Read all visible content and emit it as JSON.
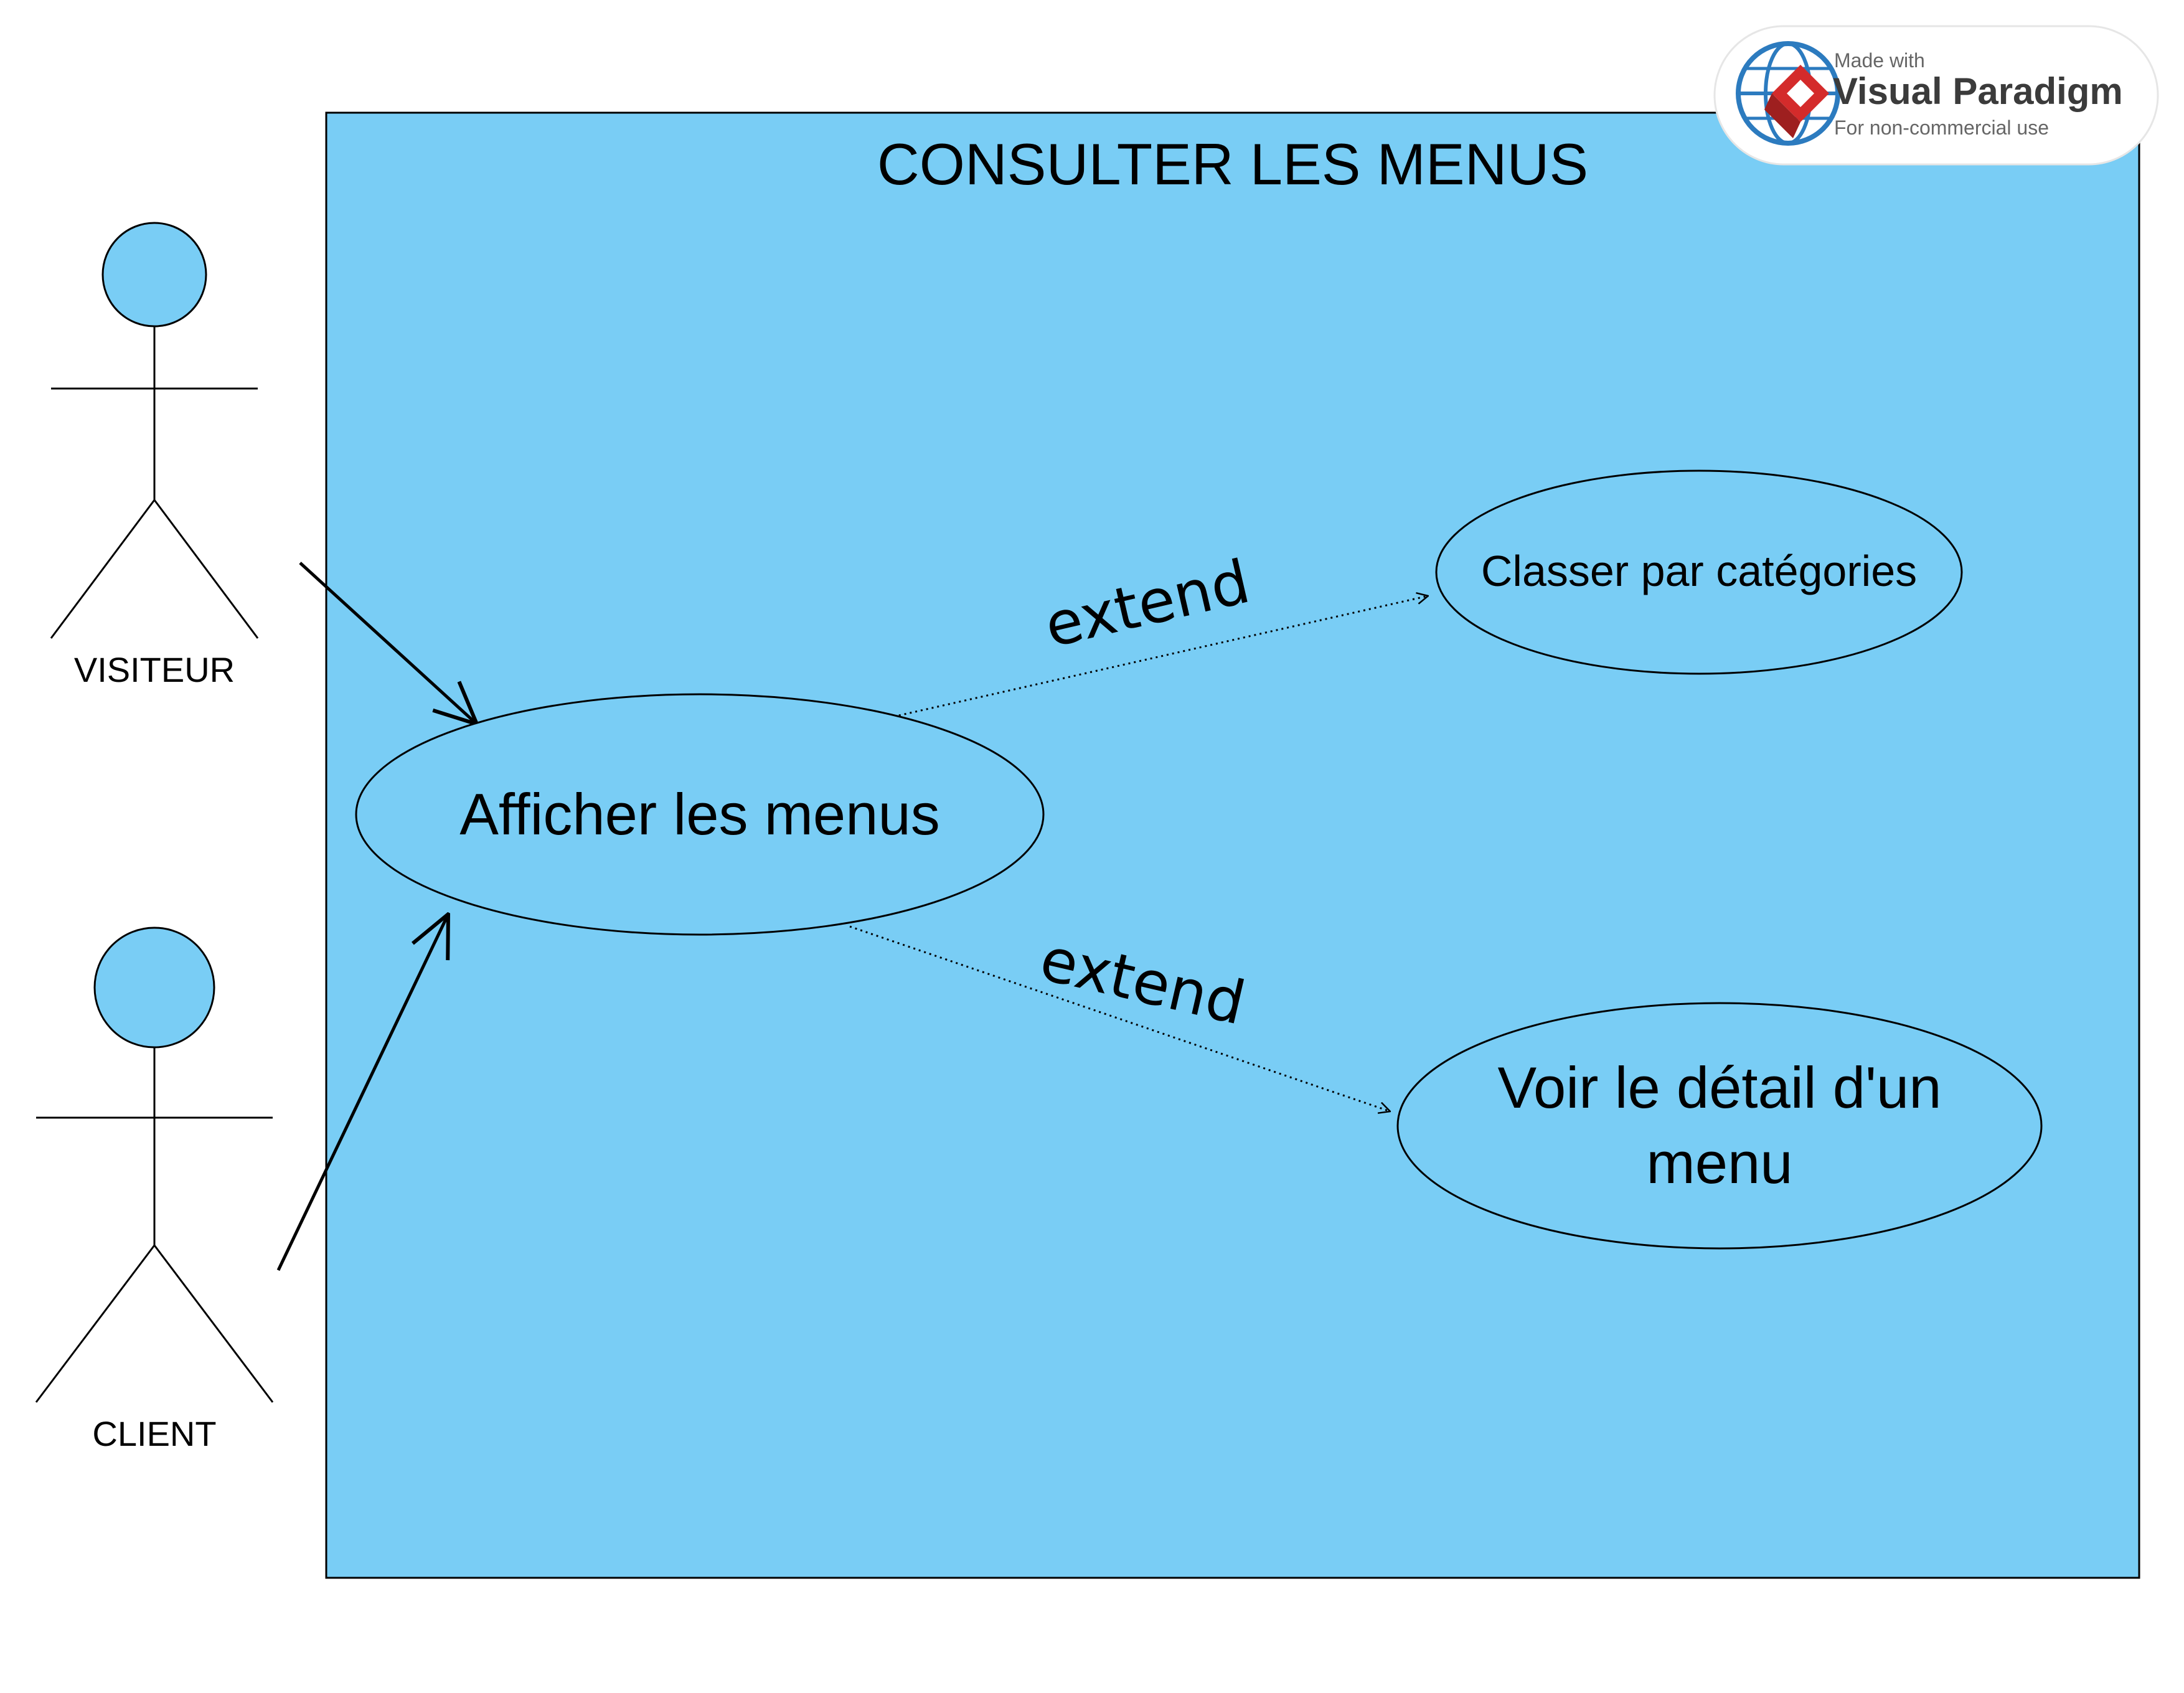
{
  "system": {
    "title": "CONSULTER LES MENUS",
    "fill_color": "#79CDF5"
  },
  "actors": [
    {
      "id": "visiteur",
      "name": "VISITEUR"
    },
    {
      "id": "client",
      "name": "CLIENT"
    }
  ],
  "use_cases": [
    {
      "id": "afficher",
      "label": "Afficher les menus"
    },
    {
      "id": "classer",
      "label": "Classer par catégories"
    },
    {
      "id": "detail",
      "label_lines": [
        "Voir le détail d'un",
        "menu"
      ]
    }
  ],
  "relations": [
    {
      "type": "association",
      "from": "visiteur",
      "to": "afficher"
    },
    {
      "type": "association",
      "from": "client",
      "to": "afficher"
    },
    {
      "type": "extend",
      "from": "afficher",
      "to": "classer",
      "label": "extend"
    },
    {
      "type": "extend",
      "from": "afficher",
      "to": "detail",
      "label": "extend"
    }
  ],
  "watermark": {
    "line1": "Made with",
    "line2": "Visual Paradigm",
    "line3": "For non-commercial use"
  },
  "colors": {
    "actor_head": "#79CDF5",
    "line": "#000000",
    "watermark_red": "#D42B2B",
    "watermark_blue": "#2C7BBF"
  }
}
